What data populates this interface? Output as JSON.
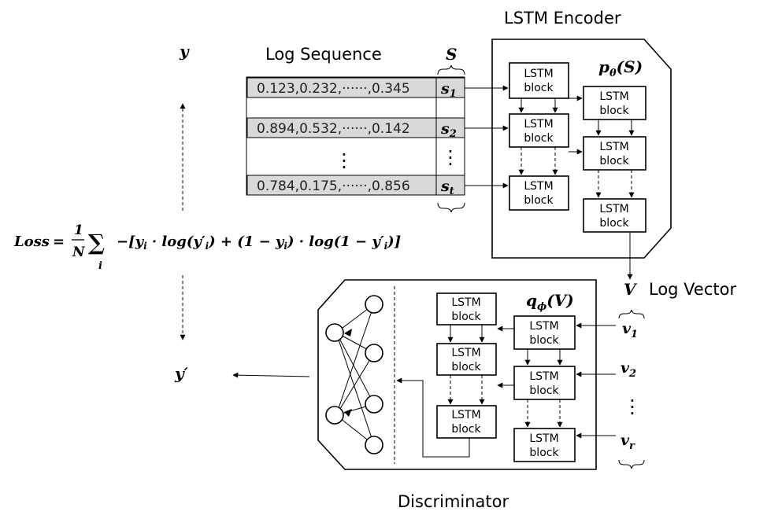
{
  "encoder": {
    "title": "LSTM Encoder",
    "formula_main": "p",
    "formula_sub": "θ",
    "formula_arg": "(S)",
    "block_line1": "LSTM",
    "block_line2": "block"
  },
  "sequence": {
    "title": "Log Sequence",
    "symbol": "S",
    "rows": [
      {
        "values": "0.123,0.232,······,0.345",
        "label": "s",
        "sub": "1"
      },
      {
        "values": "0.894,0.532,······,0.142",
        "label": "s",
        "sub": "2"
      },
      {
        "values": "0.784,0.175,······,0.856",
        "label": "s",
        "sub": "t"
      }
    ],
    "ellipsis": "⋮"
  },
  "vector": {
    "symbol": "V",
    "title": "Log Vector",
    "items": [
      {
        "label": "v",
        "sub": "1"
      },
      {
        "label": "v",
        "sub": "2"
      },
      {
        "label": "v",
        "sub": "r"
      }
    ],
    "ellipsis": "⋮"
  },
  "discriminator": {
    "title": "Discriminator",
    "formula_main": "q",
    "formula_sub": "ϕ",
    "formula_arg": "(V)"
  },
  "loss": {
    "lhs": "Loss",
    "eq": "=",
    "frac_num": "1",
    "frac_den": "N",
    "sum": "∑",
    "sum_index": "i",
    "body": "−[y",
    "body_sub1": "i",
    "body2": " · log(y′",
    "body_sub2": "i",
    "body3": ") + (1 − y",
    "body_sub3": "i",
    "body4": ") · log(1 − y′",
    "body_sub4": "i",
    "body5": ")]"
  },
  "outputs": {
    "y": "y",
    "y_prime": "y′"
  }
}
